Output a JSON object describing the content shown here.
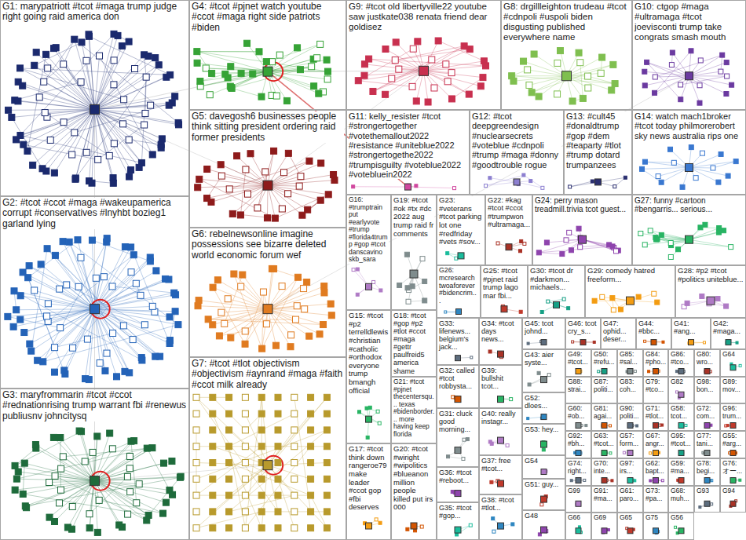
{
  "diagram": {
    "nodes": [
      {
        "text": [
          "G1: marypatriott #tcot #maga trump judge right going raid america don"
        ]
      },
      {
        "text": [
          "G2: #tcot #ccot #maga #wakeupamerica corrupt #conservatives #lnyhbt bozieg1 garland lying"
        ]
      },
      {
        "text": [
          "G3: maryfrommarin #tcot #ccot #rednationrising trump warrant fbi #renewus publiusnv johncitysq"
        ]
      },
      {
        "text": [
          "G4: #tcot #pjnet watch youtube #ccot #maga right side patriots #biden"
        ]
      },
      {
        "text": [
          "G5: davegosh6 businesses people think sitting president ordering raid former presidents"
        ]
      },
      {
        "text": [
          "G6: rebelnewsonline imagine possessions see bizarre deleted world economic forum wef"
        ]
      },
      {
        "text": [
          "G7: #tcot #tlot objectivism #objectivism #aynrand #maga #faith #ccot milk already"
        ]
      },
      {
        "text": [
          "G8: drgillleighton trudeau #tcot #cdnpoli #uspoli biden disgusting published everywhere name"
        ]
      },
      {
        "text": [
          "G9: #tcot old libertyville22 youtube saw justkate038 renata friend dear goldisez"
        ]
      },
      {
        "text": [
          "G10: ctgop #maga #ultramaga #tcot joevisconti trump take congrats smash mouth"
        ]
      },
      {
        "text": [
          "G11: kelly_resister #tcot #strongertogether #votethemallout2022 #resistance #uniteblue2022 #strongertogethe2022 #trumpisguilty #voteblue2022 #votebluein2022"
        ]
      },
      {
        "text": [
          "G12: #tcot deepgreendesign #nuclearsecrets #voteblue #cdnpoli #trump #maga #donny #goodtrouble rogue"
        ]
      },
      {
        "text": [
          "G13: #cult45 #donaldtrump #gop #dem #teaparty #tlot #trump dotard trumpanzees"
        ]
      },
      {
        "text": [
          "G14: watch mach1broker #tcot today philmorerobert sky news australia rips one"
        ]
      },
      {
        "text": [
          "G15: #tcot #p2 terrelldlewis #christian #catholic #orthodox everyone trump bmangh official"
        ]
      },
      {
        "text": [
          "G16: #trumptrain put #earlyvote #trump #florida4trump #gop #tcot danscavino skb_sara"
        ]
      },
      {
        "text": [
          "G17: #tcot think down rangeroe79 make leader #ccot gop #fbi deserves"
        ]
      },
      {
        "text": [
          "G18: #tcot #gop #p2 #tlot #ccot #maga #gettr paulfreid5 america shame"
        ]
      },
      {
        "text": [
          "G19: #tcot #ok #tx #dc 2022 aug trump raid fr comments"
        ]
      },
      {
        "text": [
          "G20: #tcot #wiright #wipolitics #blueanon million people killed put irs 000"
        ]
      },
      {
        "text": [
          "G21: #tcot #pjnet thecentersqu... texas #bidenborder... more having keep florida"
        ]
      },
      {
        "text": [
          "G22: #kag #tcot #ccot #trumpwon #ultramaga..."
        ]
      },
      {
        "text": [
          "G23: #veterans #tcot parking lot one #redfriday #vets #sov..."
        ]
      },
      {
        "text": [
          "G24: perry mason treadmill.trivia tcot guest..."
        ]
      },
      {
        "text": [
          "G25: #tcot #pjnet raid trump lago mar fbi..."
        ]
      },
      {
        "text": [
          "G26: mcresearch twoaforever #bidencrim..."
        ]
      },
      {
        "text": [
          "G27: funny #cartoon #bengarris... serious..."
        ]
      },
      {
        "text": [
          "G28: #p2 #tcot #politics uniteblue..."
        ]
      },
      {
        "text": [
          "G29: comedy hatred freeform..."
        ]
      },
      {
        "text": [
          "G30: #tcot dr #darkmon... michaels..."
        ]
      },
      {
        "text": [
          "G31: cluck good morning..."
        ]
      },
      {
        "text": [
          "G32: called #tcot robbysta..."
        ]
      },
      {
        "text": [
          "G33: lifenews... belgium's jack..."
        ]
      },
      {
        "text": [
          "G34: #tcot days news..."
        ]
      },
      {
        "text": [
          "G35: #tcot #gop..."
        ]
      },
      {
        "text": [
          "G36: #tcot #reboot..."
        ]
      },
      {
        "text": [
          "G37: free #tcot..."
        ]
      },
      {
        "text": [
          "G38: #tcot #tlot..."
        ]
      },
      {
        "text": [
          "G39: bullshit tcot..."
        ]
      },
      {
        "text": [
          "G40: really instagr..."
        ]
      },
      {
        "text": [
          "G41: #ang..."
        ]
      },
      {
        "text": [
          "G42: #maga..."
        ]
      },
      {
        "text": [
          "G43: aier syste..."
        ]
      },
      {
        "text": [
          "G44: #bbc..."
        ]
      },
      {
        "text": [
          "G45: tcot johnd..."
        ]
      },
      {
        "text": [
          "G46: tcot cry_s..."
        ]
      },
      {
        "text": [
          "G47: ophid... deser..."
        ]
      },
      {
        "text": [
          "G48"
        ]
      },
      {
        "text": [
          "G51: guy..."
        ]
      },
      {
        "text": [
          "G52: dloes..."
        ]
      },
      {
        "text": [
          "G53: hey..."
        ]
      },
      {
        "text": [
          "G54"
        ]
      },
      {
        "text": [
          "G49: #tcot..."
        ]
      },
      {
        "text": [
          "G50: #refu..."
        ]
      },
      {
        "text": [
          "G85: #sal..."
        ]
      },
      {
        "text": [
          "G84: #pho..."
        ]
      },
      {
        "text": [
          "G86: #tco..."
        ]
      },
      {
        "text": [
          "G80: wro..."
        ]
      },
      {
        "text": [
          "G64"
        ]
      },
      {
        "text": [
          "G88: strai..."
        ]
      },
      {
        "text": [
          "G87: politi..."
        ]
      },
      {
        "text": [
          "G83: coh..."
        ]
      },
      {
        "text": [
          "G79: #tco..."
        ]
      },
      {
        "text": [
          "G82"
        ]
      },
      {
        "text": [
          "G98: bon..."
        ]
      },
      {
        "text": [
          "G89: mov..."
        ]
      },
      {
        "text": [
          "G60: #ob..."
        ]
      },
      {
        "text": [
          "G81: agai..."
        ]
      },
      {
        "text": [
          "G90: politi..."
        ]
      },
      {
        "text": [
          "G71: #tlot..."
        ]
      },
      {
        "text": [
          "G58: tcot..."
        ]
      },
      {
        "text": [
          "G72: com..."
        ]
      },
      {
        "text": [
          "G96: trum..."
        ]
      },
      {
        "text": [
          "G92: #bh..."
        ]
      },
      {
        "text": [
          "G63: #tcot..."
        ]
      },
      {
        "text": [
          "G57: form..."
        ]
      },
      {
        "text": [
          "G67: angr..."
        ]
      },
      {
        "text": [
          "G95: #tcot..."
        ]
      },
      {
        "text": [
          "G77: tani..."
        ]
      },
      {
        "text": [
          "G55: #arg..."
        ]
      },
      {
        "text": [
          "G74: right..."
        ]
      },
      {
        "text": [
          "G70: inte..."
        ]
      },
      {
        "text": [
          "G97: irs..."
        ]
      },
      {
        "text": [
          "G62: bapt..."
        ]
      },
      {
        "text": [
          "G59: #ma..."
        ]
      },
      {
        "text": [
          "G78: begi..."
        ]
      },
      {
        "text": [
          "G76: オー..."
        ]
      },
      {
        "text": [
          "G99"
        ]
      },
      {
        "text": [
          "G91: #ma..."
        ]
      },
      {
        "text": [
          "G61: paro..."
        ]
      },
      {
        "text": [
          "G73: #pa..."
        ]
      },
      {
        "text": [
          "G68: muh..."
        ]
      },
      {
        "text": [
          "G93"
        ]
      },
      {
        "text": [
          "G94"
        ]
      },
      {
        "text": [
          "G66"
        ]
      },
      {
        "text": [
          "G69"
        ]
      },
      {
        "text": [
          "G65"
        ]
      },
      {
        "text": [
          "G75"
        ]
      },
      {
        "text": [
          "G56"
        ]
      }
    ]
  }
}
